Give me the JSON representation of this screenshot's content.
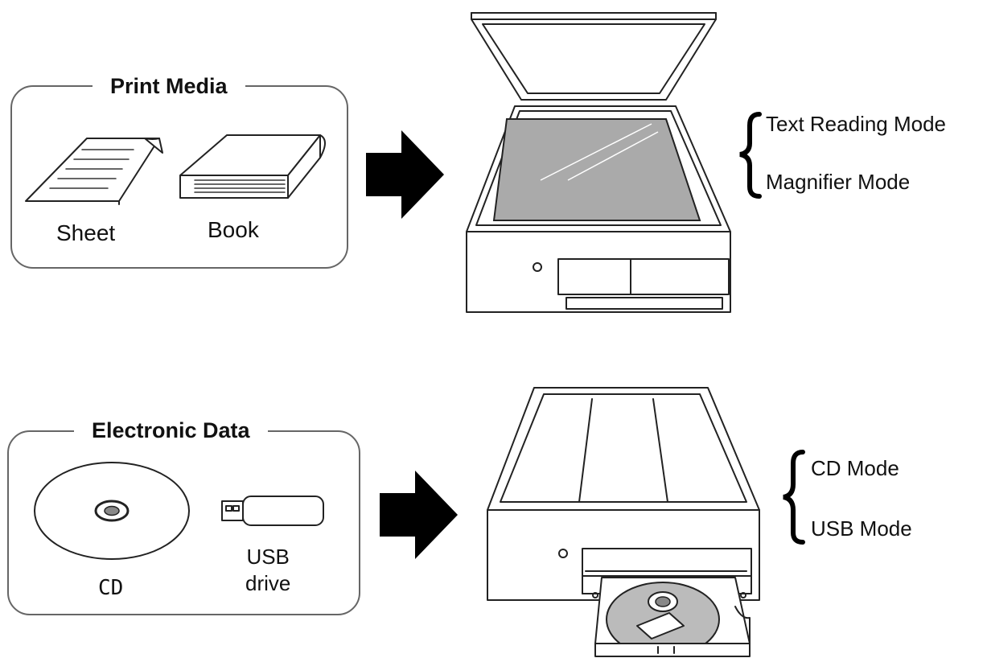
{
  "print_media": {
    "title": "Print Media",
    "items": [
      {
        "label": "Sheet",
        "icon": "sheet-icon"
      },
      {
        "label": "Book",
        "icon": "book-icon"
      }
    ]
  },
  "electronic_data": {
    "title": "Electronic Data",
    "items": [
      {
        "label": "CD",
        "icon": "cd-icon"
      },
      {
        "label": "USB\ndrive",
        "icon": "usb-drive-icon"
      }
    ]
  },
  "scanner_modes": [
    "Text Reading Mode",
    "Magnifier Mode"
  ],
  "disc_modes": [
    "CD Mode",
    "USB Mode"
  ],
  "colors": {
    "glass": "#aaaaaa",
    "arrow": "#000000",
    "box_border": "#666666"
  }
}
